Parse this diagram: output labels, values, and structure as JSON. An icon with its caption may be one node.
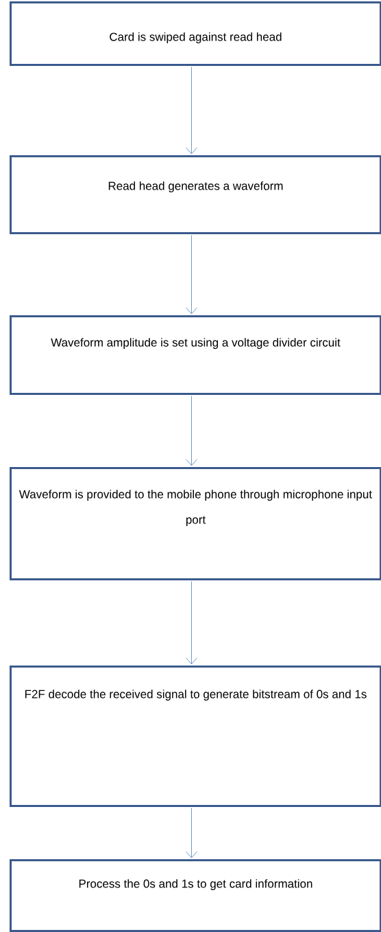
{
  "diagram": {
    "nodes": [
      {
        "text": [
          "Card is swiped against read head"
        ]
      },
      {
        "text": [
          "Read head generates a waveform"
        ]
      },
      {
        "text": [
          "Waveform amplitude is set using a voltage divider circuit"
        ]
      },
      {
        "text": [
          "Waveform is provided to the mobile phone through microphone input port"
        ]
      },
      {
        "text": [
          "F2F decode the received signal to generate bitstream of 0s and 1s"
        ]
      },
      {
        "text": [
          "Process the 0s and 1s to get card information"
        ]
      }
    ],
    "edges": [
      {
        "from": 0,
        "to": 1,
        "arrow": "to"
      },
      {
        "from": 1,
        "to": 2,
        "arrow": "to"
      },
      {
        "from": 2,
        "to": 3,
        "arrow": "to"
      },
      {
        "from": 3,
        "to": 4,
        "arrow": "to"
      },
      {
        "from": 4,
        "to": 5,
        "arrow": "to"
      }
    ]
  }
}
